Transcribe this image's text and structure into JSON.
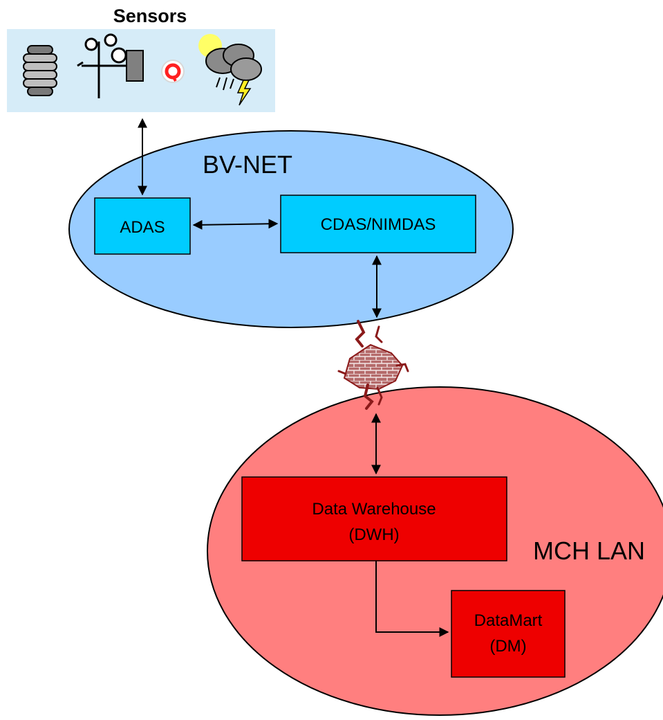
{
  "sensors": {
    "title": "Sensors",
    "icons": [
      "thermometer-screen-icon",
      "anemometer-icon",
      "sunshine-sensor-icon",
      "weather-cloud-icon"
    ]
  },
  "networks": {
    "bvnet": {
      "label": "BV-NET",
      "fill": "#99ccff"
    },
    "mchlan": {
      "label": "MCH LAN",
      "fill": "#ff7f7f"
    }
  },
  "nodes": {
    "adas": {
      "label": "ADAS",
      "fill": "#00ccff"
    },
    "cdas": {
      "label": "CDAS/NIMDAS",
      "fill": "#00ccff"
    },
    "dwh": {
      "line1": "Data Warehouse",
      "line2": "(DWH)",
      "fill": "#ee0000"
    },
    "dm": {
      "line1": "DataMart",
      "line2": "(DM)",
      "fill": "#ee0000"
    }
  },
  "firewall": {
    "icon": "firewall-icon",
    "color": "#8b1a1a"
  }
}
